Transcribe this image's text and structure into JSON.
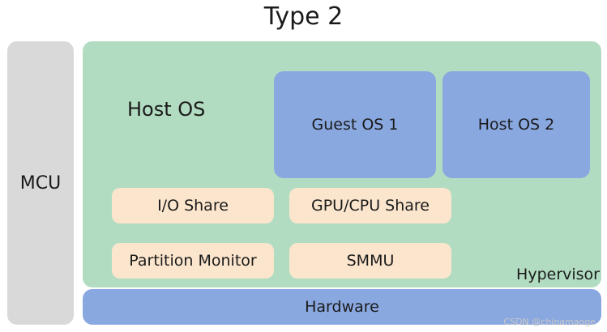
{
  "title": "Type 2",
  "mcu": "MCU",
  "hypervisor": {
    "host_os_label": "Host OS",
    "label": "Hypervisor",
    "guests": [
      "Guest OS 1",
      "Host OS 2"
    ],
    "shares": [
      "I/O Share",
      "GPU/CPU Share"
    ],
    "bottom_boxes": [
      "Partition Monitor",
      "SMMU"
    ]
  },
  "hardware": "Hardware",
  "watermark": "CSDN @chinamaoge",
  "colors": {
    "mcu_bg": "#d9d9d9",
    "hypervisor_bg": "#b1dcc1",
    "guest_bg": "#8aa8e0",
    "share_bg": "#fbe5cd",
    "hardware_bg": "#8aa8e0"
  }
}
